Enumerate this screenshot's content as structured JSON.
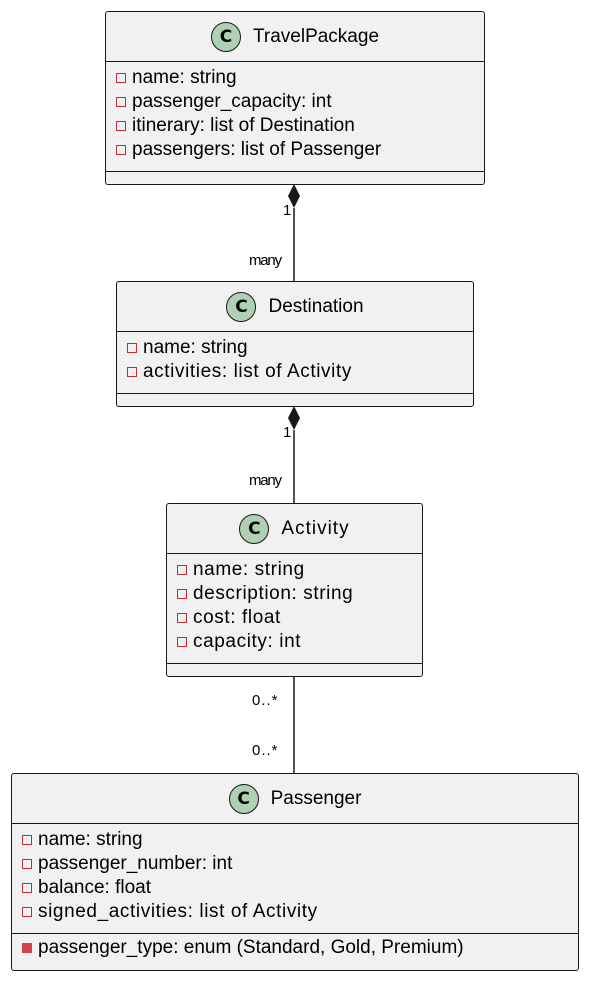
{
  "classes": {
    "travel_package": {
      "icon": "C",
      "name": "TravelPackage",
      "attributes": [
        {
          "vis": "private",
          "text": "name: string"
        },
        {
          "vis": "private",
          "text": "passenger_capacity: int"
        },
        {
          "vis": "private",
          "text": "itinerary: list of Destination"
        },
        {
          "vis": "private",
          "text": "passengers: list of Passenger"
        }
      ]
    },
    "destination": {
      "icon": "C",
      "name": "Destination",
      "attributes": [
        {
          "vis": "private",
          "text": "name: string"
        },
        {
          "vis": "private",
          "text": "activities: list of Activity"
        }
      ]
    },
    "activity": {
      "icon": "C",
      "name": "Activity",
      "attributes": [
        {
          "vis": "private",
          "text": "name: string"
        },
        {
          "vis": "private",
          "text": "description: string"
        },
        {
          "vis": "private",
          "text": "cost: float"
        },
        {
          "vis": "private",
          "text": "capacity: int"
        }
      ]
    },
    "passenger": {
      "icon": "C",
      "name": "Passenger",
      "attributes": [
        {
          "vis": "private",
          "text": "name: string"
        },
        {
          "vis": "private",
          "text": "passenger_number: int"
        },
        {
          "vis": "private",
          "text": "balance: float"
        },
        {
          "vis": "private",
          "text": "signed_activities: list of Activity"
        }
      ],
      "methods": [
        {
          "vis": "private-filled",
          "text": "passenger_type: enum (Standard, Gold, Premium)"
        }
      ]
    }
  },
  "relations": {
    "tp_dest": {
      "source_mult": "1",
      "target_mult": "many"
    },
    "dest_act": {
      "source_mult": "1",
      "target_mult": "many"
    },
    "act_pass": {
      "source_mult": "0..*",
      "target_mult": "0..*"
    }
  },
  "colors": {
    "box_fill": "#f1f1f1",
    "border": "#181818",
    "class_icon": "#add1b2",
    "private_marker": "#c82930"
  }
}
